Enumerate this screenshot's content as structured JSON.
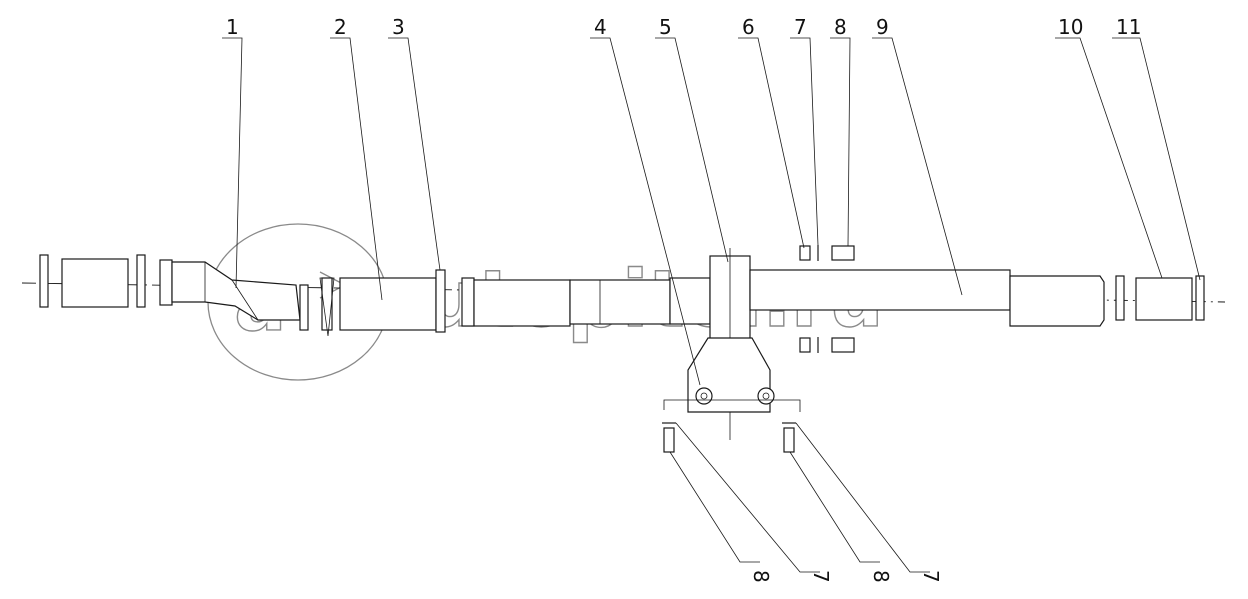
{
  "callouts": {
    "c1": "1",
    "c2": "2",
    "c3": "3",
    "c4": "4",
    "c5": "5",
    "c6": "6",
    "c7": "7",
    "c8": "8",
    "c9": "9",
    "c10": "10",
    "c11": "11",
    "c7b": "7",
    "c8b": "8",
    "c7c": "7",
    "c8c": "8"
  },
  "watermark": {
    "text": "autopiter.ru",
    "logo_letter": "a"
  }
}
